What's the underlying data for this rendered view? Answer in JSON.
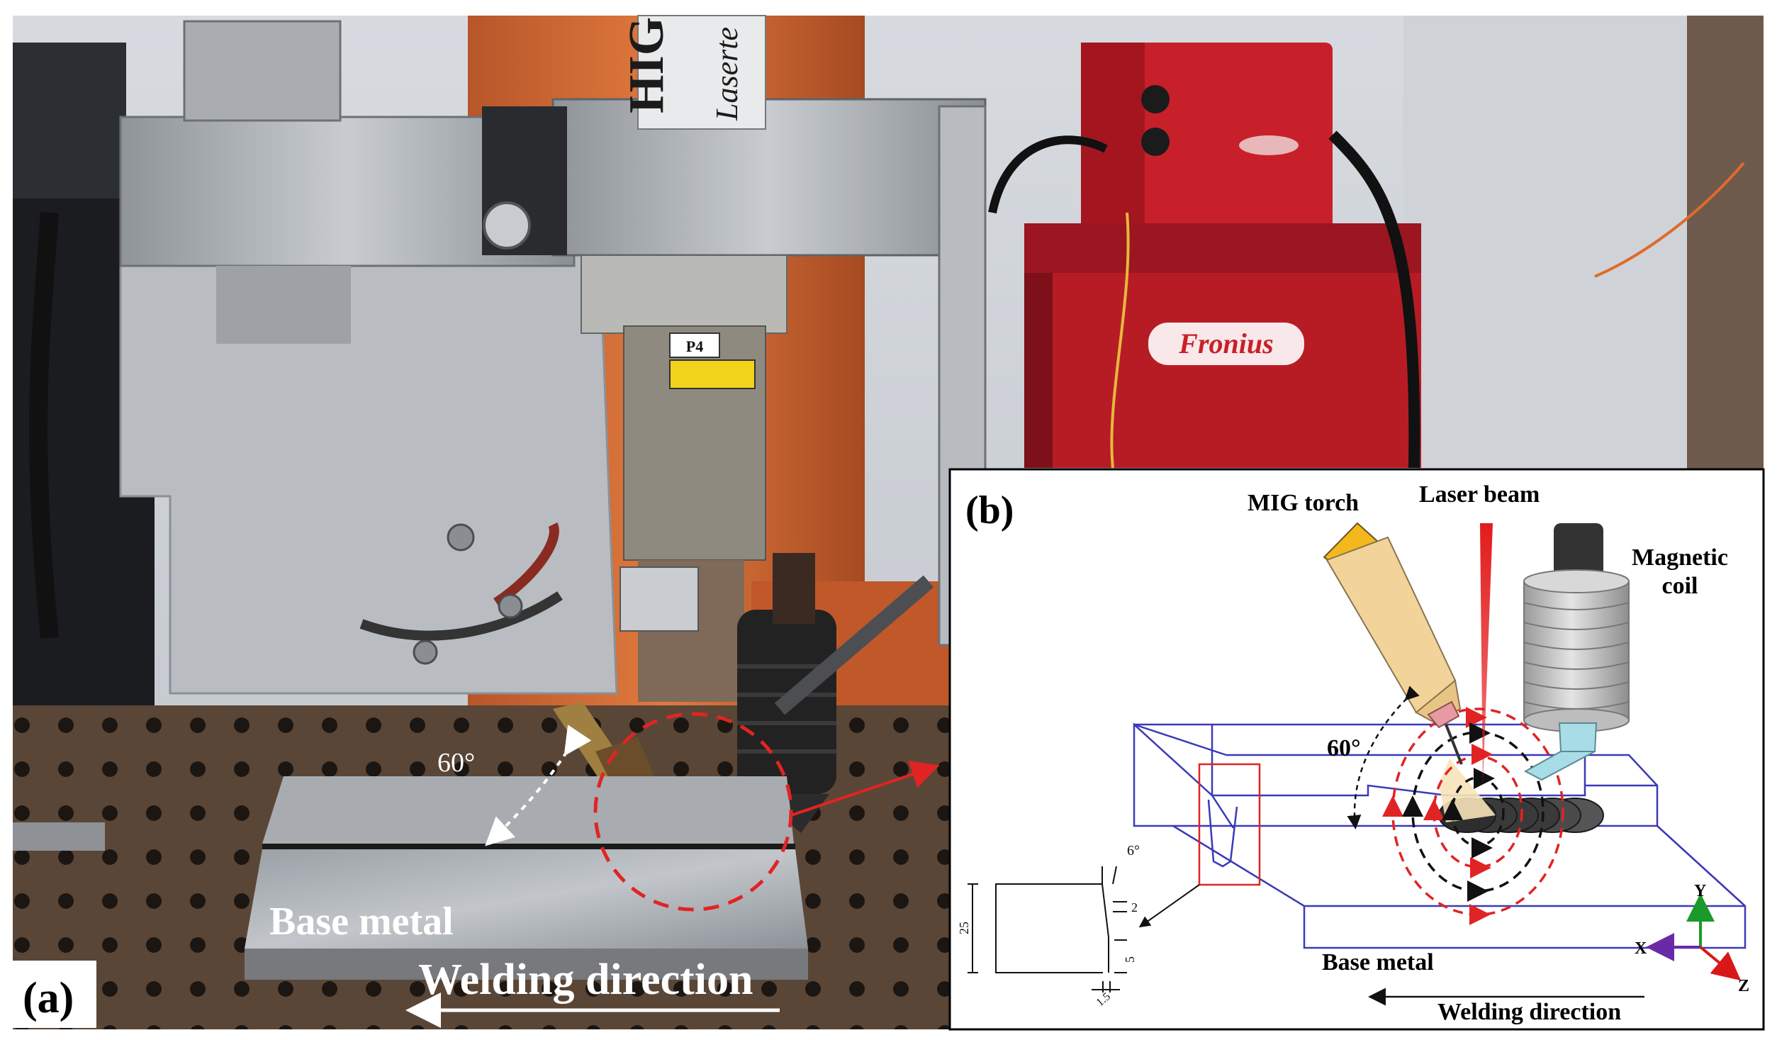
{
  "panel_a": {
    "label": "(a)",
    "angle_label": "60°",
    "base_metal_label": "Base metal",
    "welding_direction_label": "Welding direction",
    "panel_text": [
      "HIG",
      "Laserte",
      "P4",
      "Fronius"
    ]
  },
  "panel_b": {
    "label": "(b)",
    "mig_torch_label": "MIG torch",
    "laser_beam_label": "Laser beam",
    "magnetic_coil_label": "Magnetic\ncoil",
    "angle_label": "60°",
    "base_metal_label": "Base metal",
    "welding_direction_label": "Welding direction",
    "axes": {
      "x": "X",
      "y": "Y",
      "z": "Z"
    },
    "groove_dimensions": {
      "angle": "6°",
      "root_face": "2",
      "thickness": "25",
      "root_height": "5",
      "root_gap": "1.5"
    }
  },
  "colors": {
    "laser": "#e31b1b",
    "field_red": "#e02424",
    "field_black": "#111111",
    "outline_blue": "#3a3ab8",
    "coil_cyan": "#a8dde8",
    "torch_tan": "#f2d49a",
    "torch_yellow": "#f2b81c",
    "fronius_red": "#c8202a",
    "axis_x": "#6a2aa8",
    "axis_y": "#1a9a2a",
    "axis_z": "#d81818"
  }
}
